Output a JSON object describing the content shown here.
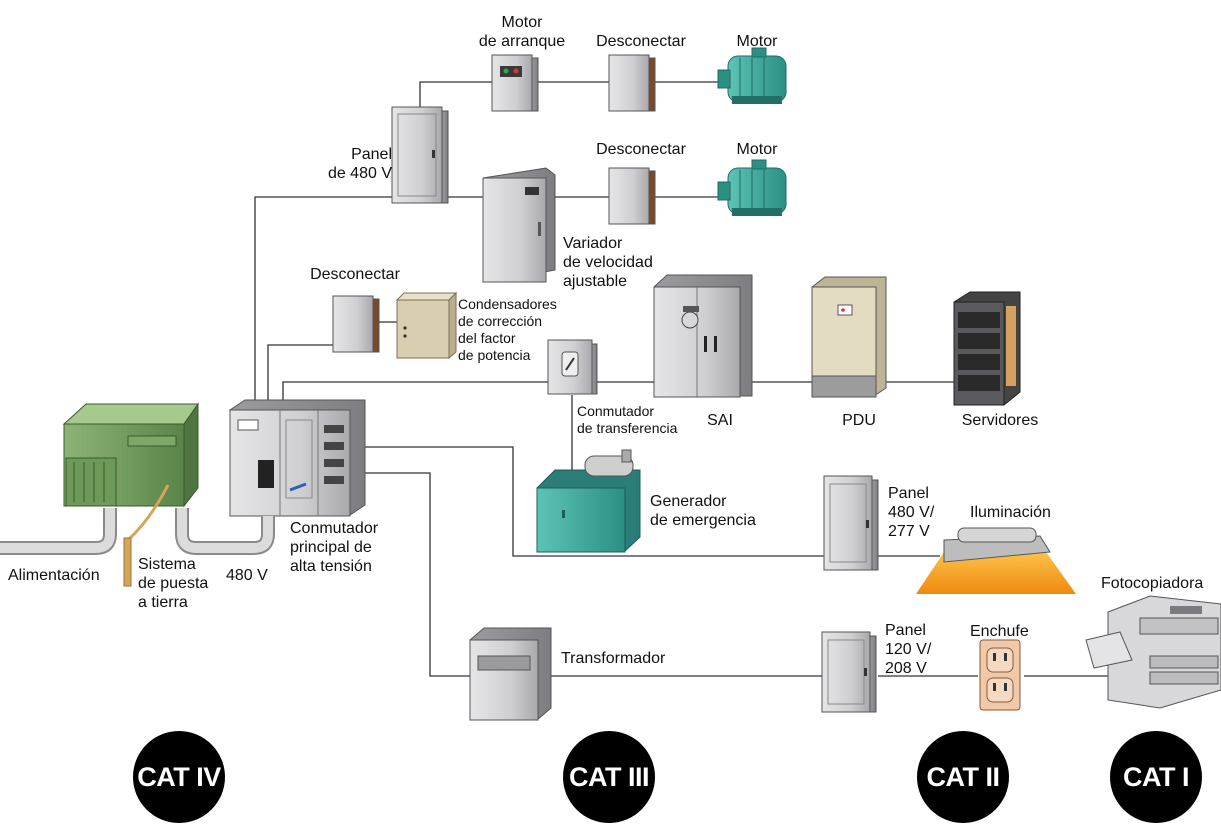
{
  "labels": {
    "motor_starter": "Motor\nde arranque",
    "disconnect_top": "Desconectar",
    "motor_top": "Motor",
    "panel_480": "Panel\nde 480 V",
    "disconnect_mid": "Desconectar",
    "motor_mid": "Motor",
    "vfd": "Variador\nde velocidad\najustable",
    "disconnect_cap": "Desconectar",
    "capacitors": "Condensadores\nde corrección\ndel factor\nde potencia",
    "transfer_switch": "Conmutador\nde transferencia",
    "ups": "SAI",
    "pdu": "PDU",
    "servers": "Servidores",
    "generator": "Generador\nde emergencia",
    "main_switchgear": "Conmutador\nprincipal de\nalta tensión",
    "panel_480_277": "Panel\n480 V/\n277 V",
    "lighting": "Iluminación",
    "feed": "Alimentación",
    "ground": "Sistema\nde puesta\na tierra",
    "v480": "480 V",
    "photocopier": "Fotocopiadora",
    "transformer": "Transformador",
    "panel_120_208": "Panel\n120 V/\n208 V",
    "outlet": "Enchufe"
  },
  "categories": [
    "CAT IV",
    "CAT III",
    "CAT II",
    "CAT I"
  ],
  "colors": {
    "cabinet": "#c9c9cb",
    "transformer_green": "#6f9a5a",
    "motor_teal": "#3aa89a",
    "generator_teal": "#3e9f98",
    "capacitor_beige": "#d9cfb0",
    "pdu_cream": "#e4dcc2",
    "lighting_orange": "#f6a21c",
    "conduit": "#d9d9d9",
    "ground_rod": "#d6a55c",
    "outlet": "#f1c8a8"
  }
}
